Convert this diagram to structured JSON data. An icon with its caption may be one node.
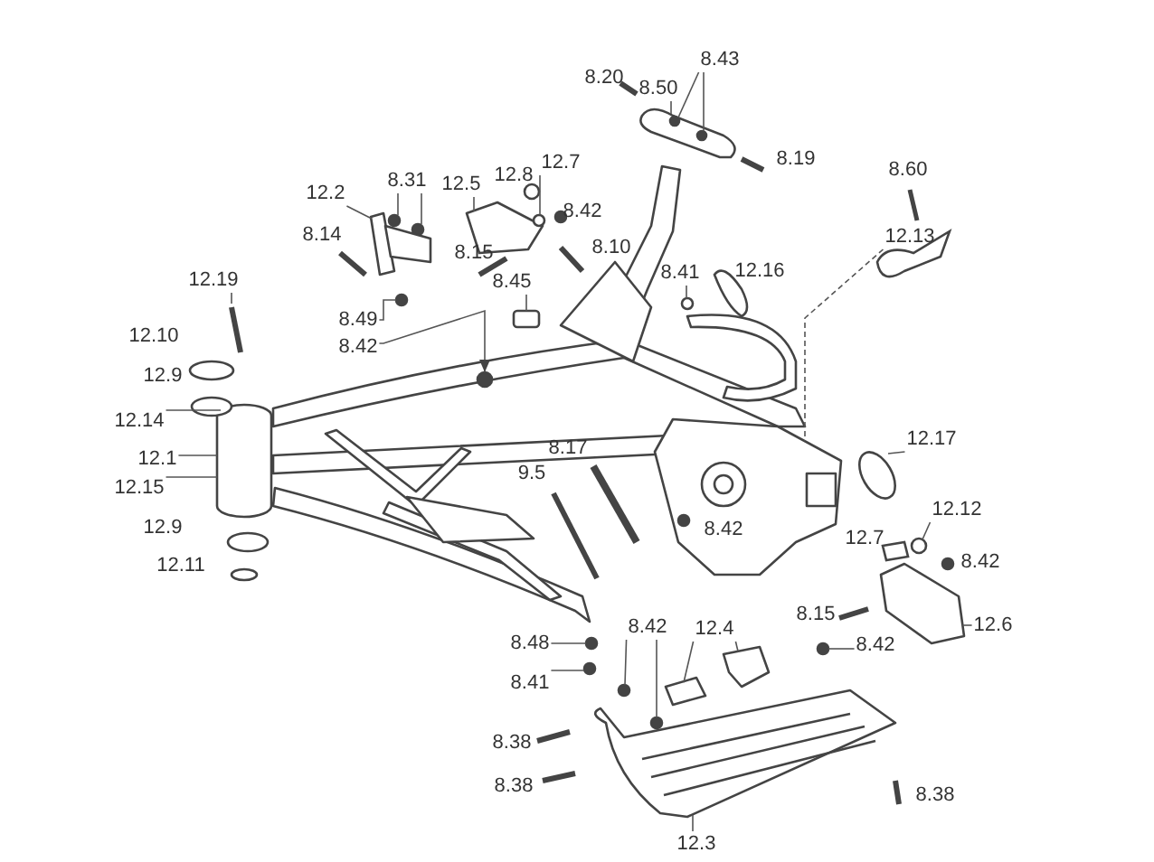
{
  "diagram": {
    "nodes": [
      {
        "text": [
          "8.50"
        ]
      },
      {
        "text": [
          "8.43"
        ]
      },
      {
        "text": [
          "8.31"
        ]
      },
      {
        "text": [
          "12.2"
        ]
      },
      {
        "text": [
          "12.5"
        ]
      },
      {
        "text": [
          "12.7"
        ]
      },
      {
        "text": [
          "8.45"
        ]
      },
      {
        "text": [
          "12.13"
        ]
      },
      {
        "text": [
          "8.41"
        ]
      },
      {
        "text": [
          "8.49"
        ]
      },
      {
        "text": [
          "8.42"
        ]
      },
      {
        "text": [
          "12.19"
        ]
      },
      {
        "text": [
          "12.14"
        ]
      },
      {
        "text": [
          "12.1"
        ]
      },
      {
        "text": [
          "12.15"
        ]
      },
      {
        "text": [
          "12.17"
        ]
      },
      {
        "text": [
          "12.12"
        ]
      },
      {
        "text": [
          "12.6"
        ]
      },
      {
        "text": [
          "8.42"
        ]
      },
      {
        "text": [
          "12.4"
        ]
      },
      {
        "text": [
          "8.48"
        ]
      },
      {
        "text": [
          "8.42"
        ]
      },
      {
        "text": [
          "8.41"
        ]
      },
      {
        "text": [
          "12.3"
        ]
      },
      {
        "text": [],
        "shape": "picture"
      },
      {
        "text": [],
        "shape": "circle",
        "in": 24
      },
      {
        "text": [],
        "shape": "circle",
        "in": 24
      },
      {
        "text": [],
        "shape": "circle",
        "in": 29
      },
      {
        "text": [],
        "shape": "circle",
        "in": 29
      },
      {
        "text": [],
        "shape": "picture"
      },
      {
        "text": [],
        "shape": "picture"
      },
      {
        "text": [],
        "shape": "circle"
      },
      {
        "text": [],
        "shape": "box"
      },
      {
        "text": [],
        "shape": "picture"
      },
      {
        "text": [],
        "shape": "circle"
      },
      {
        "text": [],
        "shape": "circle"
      },
      {
        "text": [],
        "shape": "circle"
      },
      {
        "text": [],
        "shape": "picture"
      },
      {
        "text": [],
        "shape": "cylinder"
      },
      {
        "text": [],
        "shape": "circle"
      },
      {
        "text": [],
        "shape": "circle"
      },
      {
        "text": [],
        "shape": "picture"
      },
      {
        "text": [],
        "shape": "circle"
      },
      {
        "text": [],
        "shape": "circle"
      },
      {
        "text": [],
        "shape": "picture"
      },
      {
        "text": [],
        "shape": "picture"
      },
      {
        "text": [],
        "shape": "circle"
      },
      {
        "text": [],
        "shape": "circle"
      },
      {
        "text": [],
        "shape": "circle"
      },
      {
        "text": [],
        "shape": "picture"
      }
    ],
    "edges": [
      {
        "from": 0,
        "to": 24,
        "arrow": "none"
      },
      {
        "from": 1,
        "to": 25,
        "arrow": "none"
      },
      {
        "from": 1,
        "to": 26,
        "arrow": "none"
      },
      {
        "from": 2,
        "to": 27,
        "arrow": "none"
      },
      {
        "from": 2,
        "to": 28,
        "arrow": "none"
      },
      {
        "from": 3,
        "to": 29,
        "arrow": "none"
      },
      {
        "from": 4,
        "to": 30,
        "arrow": "none"
      },
      {
        "from": 5,
        "to": 31,
        "arrow": "none"
      },
      {
        "from": 6,
        "to": 32,
        "arrow": "none"
      },
      {
        "from": 7,
        "to": 33,
        "arrow": "none",
        "style": "dashed"
      },
      {
        "from": 8,
        "to": 34,
        "arrow": "none"
      },
      {
        "from": 9,
        "to": 35,
        "arrow": "none"
      },
      {
        "from": 10,
        "to": 36,
        "arrow": "to"
      },
      {
        "from": 11,
        "to": 37,
        "arrow": "none"
      },
      {
        "from": 12,
        "to": 38,
        "arrow": "none"
      },
      {
        "from": 13,
        "to": 38,
        "arrow": "none"
      },
      {
        "from": 14,
        "to": 38,
        "arrow": "none"
      },
      {
        "from": 15,
        "to": 39,
        "arrow": "none"
      },
      {
        "from": 16,
        "to": 40,
        "arrow": "none"
      },
      {
        "from": 17,
        "to": 41,
        "arrow": "none"
      },
      {
        "from": 18,
        "to": 42,
        "arrow": "none"
      },
      {
        "from": 18,
        "to": 43,
        "arrow": "none"
      },
      {
        "from": 19,
        "to": 44,
        "arrow": "none"
      },
      {
        "from": 19,
        "to": 45,
        "arrow": "none"
      },
      {
        "from": 20,
        "to": 46,
        "arrow": "none"
      },
      {
        "from": 21,
        "to": 47,
        "arrow": "none"
      },
      {
        "from": 22,
        "to": 48,
        "arrow": "none"
      },
      {
        "from": 23,
        "to": 49,
        "arrow": "none"
      }
    ],
    "labels": [
      "8.20",
      "8.19",
      "8.60",
      "12.8",
      "8.42",
      "8.14",
      "8.10",
      "8.15",
      "12.16",
      "12.10",
      "12.9",
      "8.17",
      "9.5",
      "12.9",
      "8.42",
      "12.7",
      "8.42",
      "12.11",
      "8.15",
      "8.38",
      "8.38",
      "8.38"
    ]
  }
}
